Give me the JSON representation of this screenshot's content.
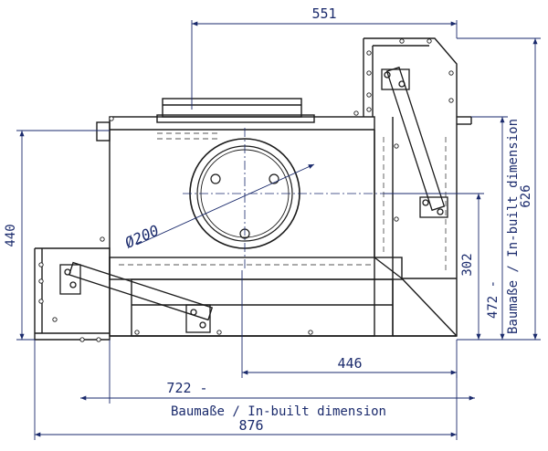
{
  "dimensions": {
    "top_width": "551",
    "left_height": "440",
    "right_height": "626",
    "inner_height": "302",
    "inbuilt_height": "472 -",
    "bottom_446": "446",
    "inbuilt_width": "722 -",
    "total_width": "876",
    "diameter": "Ø200"
  },
  "labels": {
    "inbuilt_horizontal": "Baumaße / In-built dimension",
    "inbuilt_vertical": "Baumaße / In-built dimension"
  },
  "colors": {
    "dimension": "#1a2a6c",
    "outline": "#1b1b1b",
    "hidden": "#555555"
  }
}
